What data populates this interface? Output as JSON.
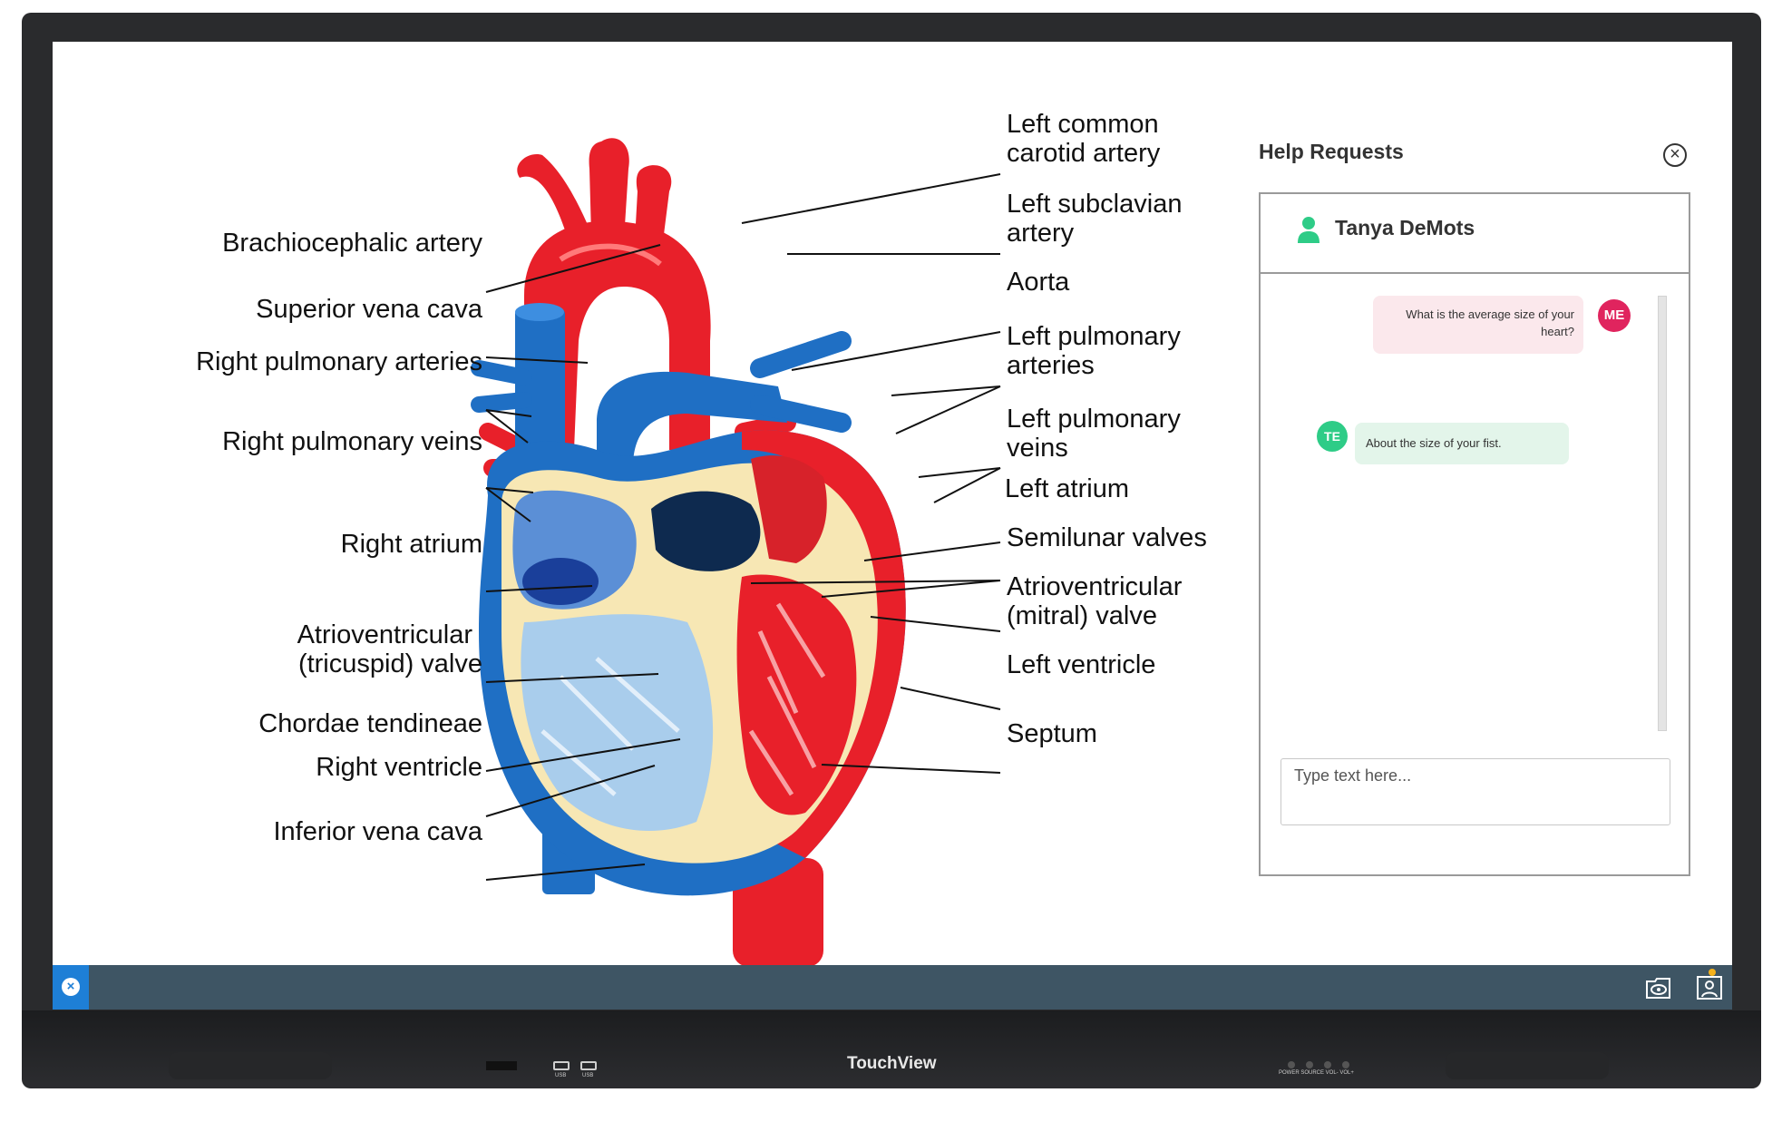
{
  "diagram": {
    "labels": {
      "left_common_carotid_1": "Left common",
      "left_common_carotid_2": "carotid artery",
      "left_subclavian_1": "Left subclavian",
      "left_subclavian_2": "artery",
      "aorta": "Aorta",
      "left_pulm_arteries_1": "Left pulmonary",
      "left_pulm_arteries_2": "arteries",
      "left_pulm_veins_1": "Left pulmonary",
      "left_pulm_veins_2": "veins",
      "left_atrium": "Left atrium",
      "semilunar_valves": "Semilunar valves",
      "mitral_1": "Atrioventricular",
      "mitral_2": "(mitral) valve",
      "left_ventricle": "Left ventricle",
      "septum": "Septum",
      "brachiocephalic": "Brachiocephalic artery",
      "superior_vena_cava": "Superior vena cava",
      "right_pulm_arteries": "Right pulmonary arteries",
      "right_pulm_veins": "Right pulmonary veins",
      "right_atrium": "Right atrium",
      "tricuspid_1": "Atrioventricular",
      "tricuspid_2": "(tricuspid) valve",
      "chordae": "Chordae tendineae",
      "right_ventricle": "Right ventricle",
      "inferior_vena_cava": "Inferior vena cava"
    }
  },
  "help_panel": {
    "title": "Help Requests",
    "close_glyph": "×",
    "user_name": "Tanya DeMots",
    "messages": [
      {
        "sender_initials": "ME",
        "text": "What is the average size of your heart?"
      },
      {
        "sender_initials": "TE",
        "text": "About the size of your fist."
      }
    ],
    "input_placeholder": "Type text here..."
  },
  "taskbar": {
    "close_glyph": "×",
    "icons": [
      "folder-eye-icon",
      "user-frame-icon"
    ]
  },
  "device": {
    "brand": "TouchView",
    "usb_label": "USB",
    "buttons_label": "POWER SOURCE VOL- VOL+"
  },
  "colors": {
    "artery_red": "#e8202a",
    "vein_blue": "#1f6fc4",
    "tissue_cream": "#f7e7b4",
    "taskbar": "#3e5564",
    "accent_blue": "#1e7fd6",
    "me_avatar": "#e0245e",
    "te_avatar": "#2ecc87"
  }
}
